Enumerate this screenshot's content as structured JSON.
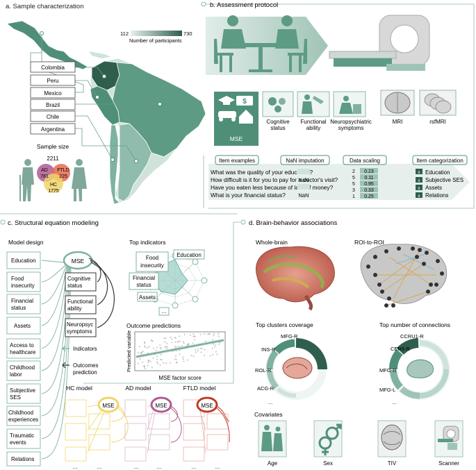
{
  "colors": {
    "teal_dark": "#2f5e4d",
    "teal": "#4f8f78",
    "teal_mid": "#7fb2a0",
    "teal_light": "#cfe3db",
    "hc": "#f0d46a",
    "ad": "#b05a8f",
    "ftld": "#c0392b",
    "frame": "#8fb8a8"
  },
  "panel_a": {
    "title": "a. Sample characterization",
    "legend_min": "112",
    "legend_max": "730",
    "legend_label": "Number of participants",
    "countries": [
      "Colombia",
      "Peru",
      "Mexico",
      "Brazil",
      "Chile",
      "Argentina"
    ],
    "sample_size_label": "Sample size",
    "total": "2211",
    "ad_label": "AD",
    "ad_n": "781",
    "ftld_label": "FTLD",
    "ftld_n": "225",
    "hc_label": "HC",
    "hc_n": "1775"
  },
  "panel_b": {
    "title": "b. Assessment protocol",
    "mse": "MSE",
    "cognitive": [
      "Cognitive",
      "status"
    ],
    "functional": [
      "Functional",
      "ability"
    ],
    "neuropsych": [
      "Neuropsychiatric",
      "symptoms"
    ],
    "mri": "MRI",
    "rsfmri": "rsfMRI",
    "item_examples_label": "Item examples",
    "questions": [
      "What was the quality of your education?",
      "How difficult is it for you to pay for a doctor's visit?",
      "Have you eaten less because of lack of money?",
      "What is your financial status?"
    ],
    "nan_label": "NaN imputation",
    "nan_values": [
      "",
      "NaN",
      "",
      "NaN"
    ],
    "scaling_label": "Data scaling",
    "scaling_raw": [
      "2",
      "5",
      "5",
      "3",
      "1"
    ],
    "scaling_scaled": [
      "0.23",
      "0.11",
      "0.95",
      "0.33",
      "0.25"
    ],
    "categorization_label": "Item categorization",
    "categories": [
      "Education",
      "Subjective SES",
      "Assets",
      "Relations"
    ],
    "check_mark": "x"
  },
  "panel_c": {
    "title": "c. Structural equation modeling",
    "model_design": "Model design",
    "indicators": [
      [
        "Education"
      ],
      [
        "Food",
        "insecurity"
      ],
      [
        "Financial",
        "status"
      ],
      [
        "Assets"
      ],
      [
        "Access to",
        "healthcare"
      ],
      [
        "Childhood",
        "labor"
      ],
      [
        "Subjective",
        "SES"
      ],
      [
        "Childhood",
        "experiences"
      ],
      [
        "Traumatic",
        "events"
      ],
      [
        "Relations"
      ]
    ],
    "mse": "MSE",
    "outcomes": [
      [
        "Cognitive",
        "status"
      ],
      [
        "Functional",
        "ability"
      ],
      [
        "Neuropsyc",
        "symptoms"
      ]
    ],
    "legend_indicators": "Indicators",
    "legend_outcomes": [
      "Outcomes",
      "prediction"
    ],
    "top_indicators": "Top indicators",
    "radar_labels": {
      "food": [
        "Food",
        "insecurity"
      ],
      "education": "Education",
      "financial": [
        "Financial",
        "status"
      ],
      "assets": "Assets",
      "more": "..."
    },
    "outcome_predictions": "Outcome predictions",
    "scatter_xlabel": "MSE factor  score",
    "scatter_ylabel": "Predicted variable",
    "models": [
      "HC model",
      "AD model",
      "FTLD model"
    ],
    "ellipsis": "..."
  },
  "panel_d": {
    "title": "d. Brain-behavior associations",
    "whole_brain": "Whole-brain",
    "roi_to_roi": "ROI-to-ROI",
    "top_clusters": "Top clusters coverage",
    "cluster_labels": [
      "MFG-R",
      "INS-R",
      "ROL-R",
      "ACG-R",
      "..."
    ],
    "top_connections": "Top number of connections",
    "connection_labels": [
      "CCRU1-R",
      "CER6-R",
      "MFG-R",
      "MFG-L",
      "..."
    ],
    "covariates": "Covariates",
    "covariate_labels": [
      "Age",
      "Sex",
      "TIV",
      "Scanner"
    ]
  }
}
